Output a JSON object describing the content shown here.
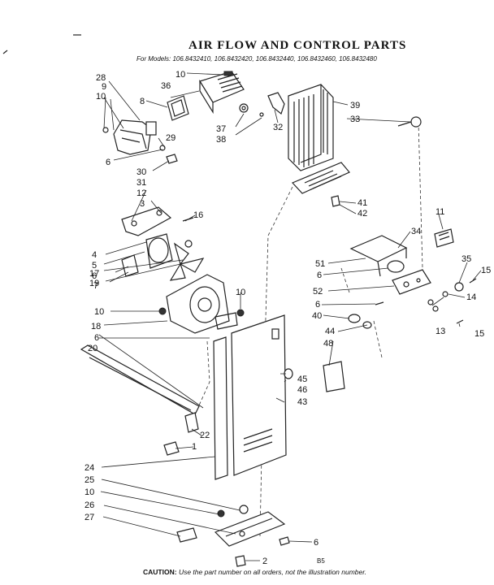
{
  "header": {
    "title": "AIR FLOW AND CONTROL PARTS",
    "models": "For Models: 106.8432410, 106.8432420, 106.8432440, 106.8432460, 106.8432480"
  },
  "footer": {
    "caution_label": "CAUTION:",
    "caution_text": "Use the part number on all orders, not the illustration number.",
    "code": "B5"
  },
  "callouts": {
    "c10a": "10",
    "c28": "28",
    "c9": "9",
    "c10b": "10",
    "c36": "36",
    "c8": "8",
    "c37": "37",
    "c38": "38",
    "c32": "32",
    "c39": "39",
    "c33": "33",
    "c29": "29",
    "c6a": "6",
    "c30": "30",
    "c31": "31",
    "c12": "12",
    "c3": "3",
    "c16": "16",
    "c41": "41",
    "c42": "42",
    "c11": "11",
    "c34": "34",
    "c4": "4",
    "c5": "5",
    "c6b": "6",
    "c7": "7",
    "c51": "51",
    "c6c": "6",
    "c35": "35",
    "c15a": "15",
    "c17": "17",
    "c19": "19",
    "c52": "52",
    "c10c": "10",
    "c10d": "10",
    "c6d": "6",
    "c14": "14",
    "c40": "40",
    "c18": "18",
    "c6e": "6",
    "c44": "44",
    "c13": "13",
    "c15b": "15",
    "c48": "48",
    "c20": "20",
    "c45": "45",
    "c46": "46",
    "c43": "43",
    "c22": "22",
    "c1": "1",
    "c24": "24",
    "c25": "25",
    "c10e": "10",
    "c26": "26",
    "c27": "27",
    "c6f": "6",
    "c2": "2"
  }
}
